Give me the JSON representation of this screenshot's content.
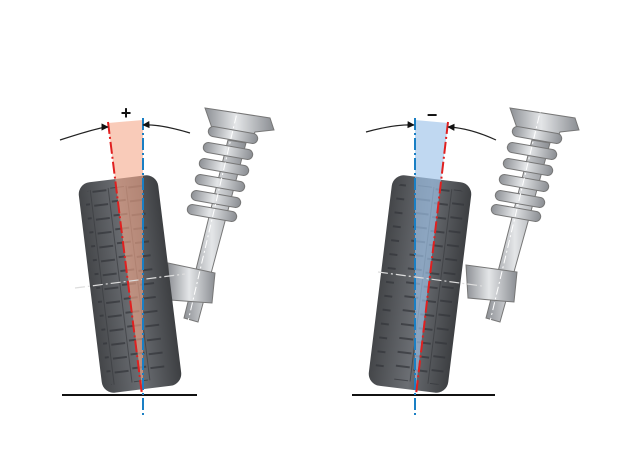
{
  "panels": [
    {
      "id": "positive",
      "sign": "+",
      "wedge_color": "#f5a98a",
      "camber": "positive"
    },
    {
      "id": "negative",
      "sign": "−",
      "wedge_color": "#9ec3ea",
      "camber": "negative"
    }
  ],
  "colors": {
    "wheel_axis": "#e02020",
    "vertical": "#1a7fc4",
    "tire": "#5a5d62",
    "strut": "#b9bcc0"
  }
}
